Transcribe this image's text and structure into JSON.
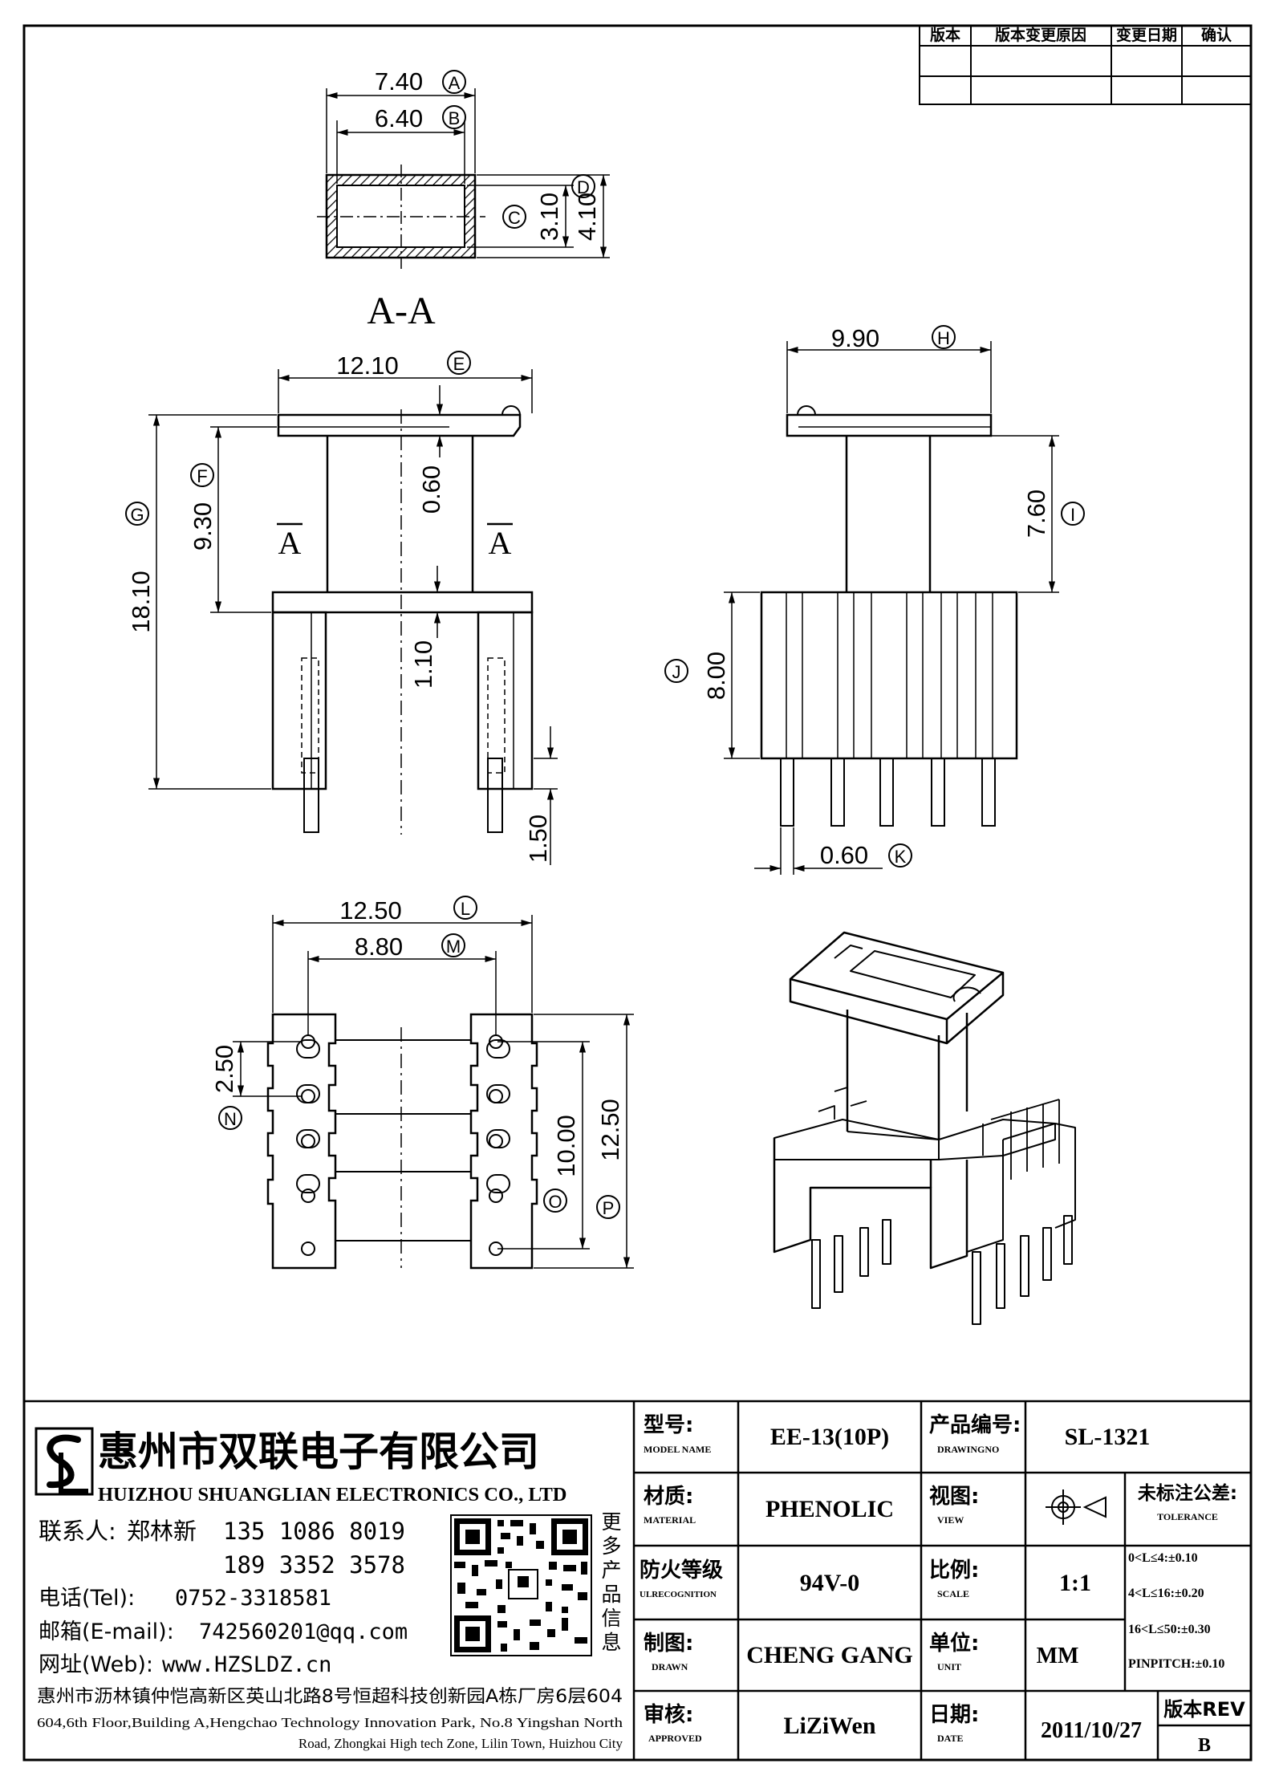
{
  "revision_table": {
    "headers": [
      "版本",
      "版本变更原因",
      "变更日期",
      "确认"
    ]
  },
  "views": {
    "section_view": {
      "section_title": "A-A",
      "dim_a": "7.40",
      "dim_a_tag": "A",
      "dim_b": "6.40",
      "dim_b_tag": "B",
      "dim_c": "3.10",
      "dim_c_tag": "C",
      "dim_d": "4.10",
      "dim_d_tag": "D"
    },
    "front_view": {
      "dim_e": "12.10",
      "dim_e_tag": "E",
      "dim_f": "9.30",
      "dim_f_tag": "F",
      "dim_g": "18.10",
      "dim_g_tag": "G",
      "dim_wall": "0.60",
      "dim_flange": "1.10",
      "dim_pin": "1.50",
      "section_mark": "A"
    },
    "side_view": {
      "dim_h": "9.90",
      "dim_h_tag": "H",
      "dim_i": "7.60",
      "dim_i_tag": "I",
      "dim_j": "8.00",
      "dim_j_tag": "J",
      "dim_k": "0.60",
      "dim_k_tag": "K"
    },
    "bottom_view": {
      "dim_l": "12.50",
      "dim_l_tag": "L",
      "dim_m": "8.80",
      "dim_m_tag": "M",
      "dim_n": "2.50",
      "dim_n_tag": "N",
      "dim_o": "10.00",
      "dim_o_tag": "O",
      "dim_p": "12.50",
      "dim_p_tag": "P"
    }
  },
  "company": {
    "name_cn": "惠州市双联电子有限公司",
    "name_en": "HUIZHOU SHUANGLIAN ELECTRONICS CO., LTD",
    "contact_label": "联系人:",
    "contact_name": "郑林新",
    "phone1": "135 1086 8019",
    "phone2": "189 3352 3578",
    "tel_label": "电话(Tel):",
    "tel": "0752-3318581",
    "email_label": "邮箱(E-mail):",
    "email": "742560201@qq.com",
    "web_label": "网址(Web):",
    "web": "www.HZSLDZ.cn",
    "qr_caption": [
      "更",
      "多",
      "产",
      "品",
      "信",
      "息"
    ],
    "address_cn": "惠州市沥林镇仲恺高新区英山北路8号恒超科技创新园A栋厂房6层604",
    "address_en_1": "604,6th Floor,Building A,Hengchao Technology Innovation Park, No.8 Yingshan North",
    "address_en_2": "Road, Zhongkai High tech Zone, Lilin Town, Huizhou City"
  },
  "title_block": {
    "model_label_cn": "型号:",
    "model_label_en": "MODEL NAME",
    "model": "EE-13(10P)",
    "drawing_label_cn": "产品编号:",
    "drawing_label_en": "DRAWINGNO",
    "drawing_no": "SL-1321",
    "material_label_cn": "材质:",
    "material_label_en": "MATERIAL",
    "material": "PHENOLIC",
    "view_label_cn": "视图:",
    "view_label_en": "VIEW",
    "tolerance_label_cn": "未标注公差:",
    "tolerance_label_en": "TOLERANCE",
    "tolerances": [
      "0<L≤4:±0.10",
      "4<L≤16:±0.20",
      "16<L≤50:±0.30",
      "PINPITCH:±0.10"
    ],
    "fire_label_cn": "防火等级",
    "fire_label_en": "ULRECOGNITION",
    "fire": "94V-0",
    "scale_label_cn": "比例:",
    "scale_label_en": "SCALE",
    "scale": "1:1",
    "drawn_label_cn": "制图:",
    "drawn_label_en": "DRAWN",
    "drawn": "CHENG GANG",
    "unit_label_cn": "单位:",
    "unit_label_en": "UNIT",
    "unit": "MM",
    "approved_label_cn": "审核:",
    "approved_label_en": "APPROVED",
    "approved": "LiZiWen",
    "date_label_cn": "日期:",
    "date_label_en": "DATE",
    "date": "2011/10/27",
    "rev_label": "版本REV",
    "rev": "B"
  }
}
